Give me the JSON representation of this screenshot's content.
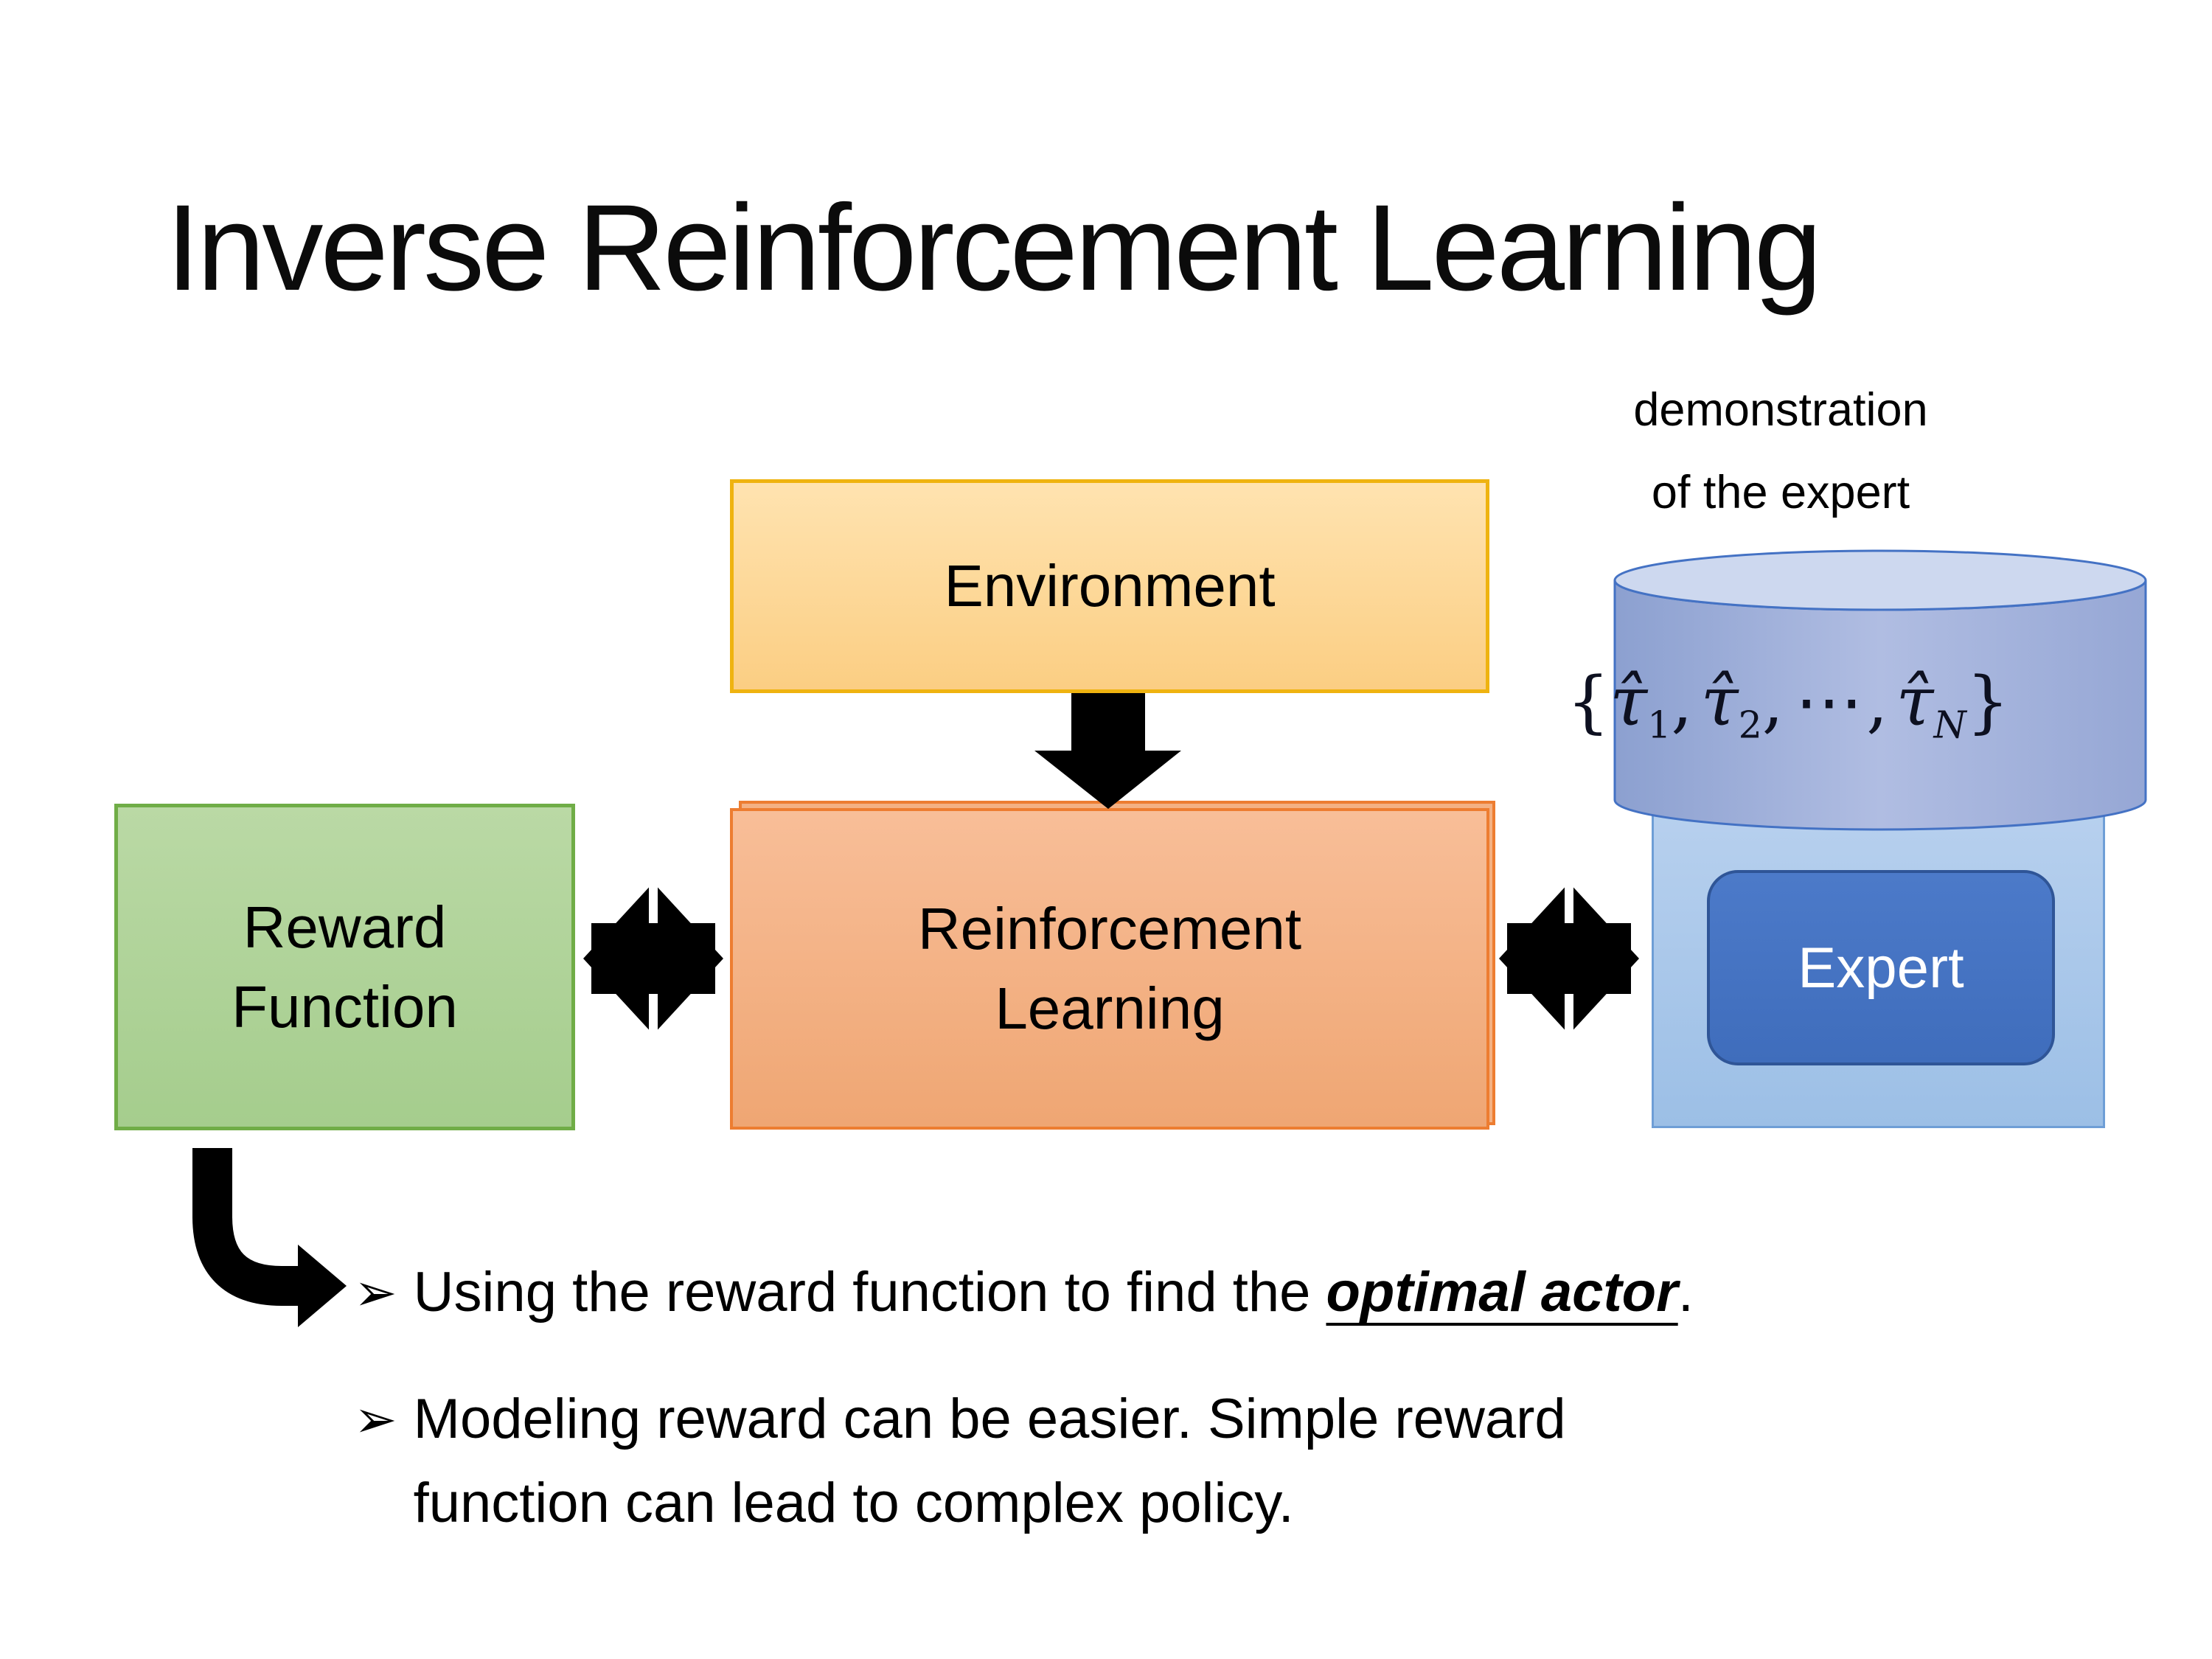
{
  "slide": {
    "title": "Inverse Reinforcement Learning",
    "caption": {
      "line1": "demonstration",
      "line2": "of the expert"
    },
    "diagram": {
      "environment_label": "Environment",
      "reward_function_line1": "Reward",
      "reward_function_line2": "Function",
      "reinforcement_learning_line1": "Reinforcement",
      "reinforcement_learning_line2": "Learning",
      "expert_label": "Expert",
      "formula": {
        "open": "{",
        "tau1": "τ̂",
        "sub1": "1",
        "comma1": ",",
        "tau2": "τ̂",
        "sub2": "2",
        "comma2": ",",
        "dots": "⋯",
        "comma3": ",",
        "tauN": "τ̂",
        "subN": "N",
        "close": "}"
      },
      "icons": {
        "down_arrow": "down-arrow",
        "double_arrow_left": "double-headed-exchange-arrow",
        "double_arrow_right": "double-headed-exchange-arrow",
        "elbow_arrow": "elbow-down-right-arrow"
      }
    },
    "bullets": {
      "marker": "➢",
      "bullet1_pre": "Using the reward function to find the ",
      "bullet1_emphasis": "optimal actor",
      "bullet1_post": ".",
      "bullet2": "Modeling reward can be easier. Simple reward function can lead to complex policy."
    },
    "colors": {
      "environment_fill": "#fcd795",
      "environment_border": "#efb310",
      "reward_fill": "#aed398",
      "reward_border": "#70ad47",
      "rl_fill": "#f4b183",
      "rl_border": "#ed7d31",
      "cylinder_fill": "#9dadd8",
      "cylinder_top_fill": "#cdd8ef",
      "cylinder_border": "#4472c4",
      "expert_panel_fill": "#a9c8ea",
      "expert_fill": "#4472c4",
      "expert_border": "#2f5597",
      "expert_text": "#ffffff",
      "arrow_color": "#000000",
      "text_color": "#000000"
    }
  }
}
